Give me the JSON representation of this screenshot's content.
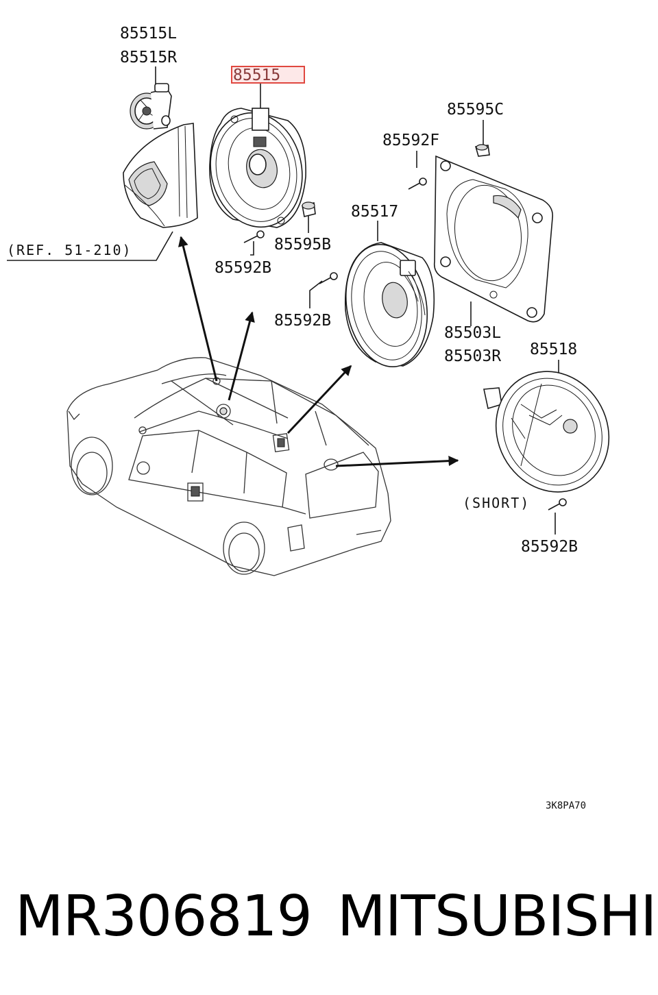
{
  "labels": {
    "l_85515L": "85515L",
    "l_85515R": "85515R",
    "l_85515": "85515",
    "l_85595C": "85595C",
    "l_85592F": "85592F",
    "l_85517": "85517",
    "l_85595B": "85595B",
    "l_85592B_a": "85592B",
    "l_85592B_b": "85592B",
    "l_ref": "(REF. 51-210)",
    "l_85503L": "85503L",
    "l_85503R": "85503R",
    "l_85518": "85518",
    "l_short": "(SHORT)",
    "l_85592B_c": "85592B"
  },
  "diagram_code": "3K8PA70",
  "footer": {
    "part_number": "MR306819",
    "brand": "MITSUBISHI"
  },
  "colors": {
    "highlight_box": "#e0473f",
    "line": "#1a1a1a",
    "background": "#ffffff"
  }
}
